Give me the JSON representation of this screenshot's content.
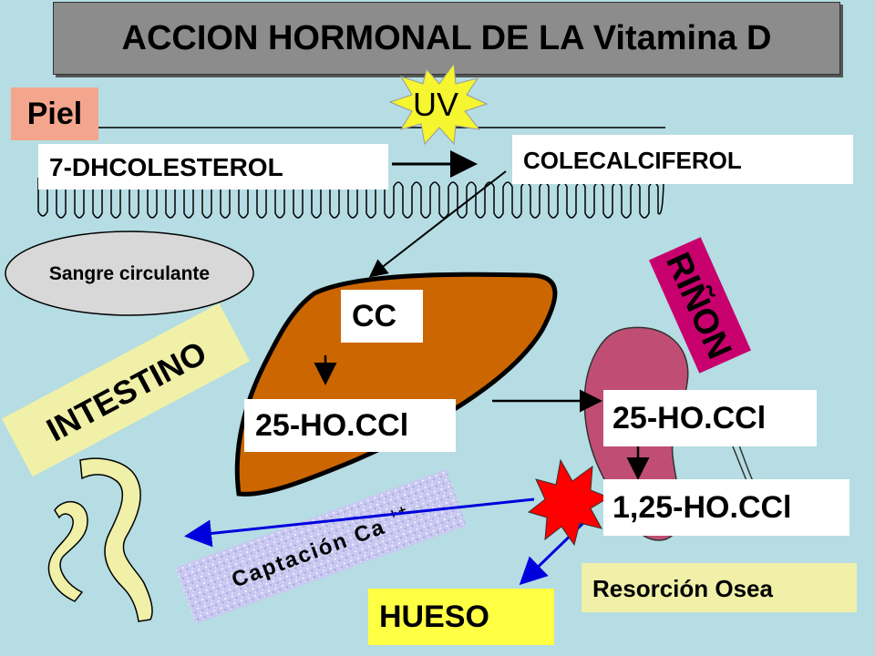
{
  "title": "ACCION HORMONAL DE LA Vitamina D",
  "skin_label": "Piel",
  "uv_label": "UV",
  "precursor_label": "7-DHCOLESTEROL",
  "cholecalciferol_label": "COLECALCIFEROL",
  "blood_label": "Sangre circulante",
  "liver_input_label": "CC",
  "liver_output_label": "25-HO.CCl",
  "kidney_label": "RIÑON",
  "kidney_input_label": "25-HO.CCl",
  "kidney_output_label": "1,25-HO.CCl",
  "intestine_label": "INTESTINO",
  "calcium_uptake_label": "Captación Ca",
  "calcium_uptake_superscript": "++",
  "bone_label": "HUESO",
  "bone_resorption_label": "Resorción Osea",
  "colors": {
    "background": "#b5dde3",
    "title_bar": "#8c8c8c",
    "skin": "#f4a58d",
    "uv_burst": "#f5f530",
    "liver": "#cc6600",
    "kidney": "#c04e74",
    "kidney_label": "#c8006e",
    "intestine": "#f0f0a8",
    "bone_box": "#ffff44",
    "resorption_box": "#f0f0a8",
    "blood_oval": "#d8d8d8",
    "red_burst": "#ff0000",
    "blue_arrow": "#0000dd"
  }
}
